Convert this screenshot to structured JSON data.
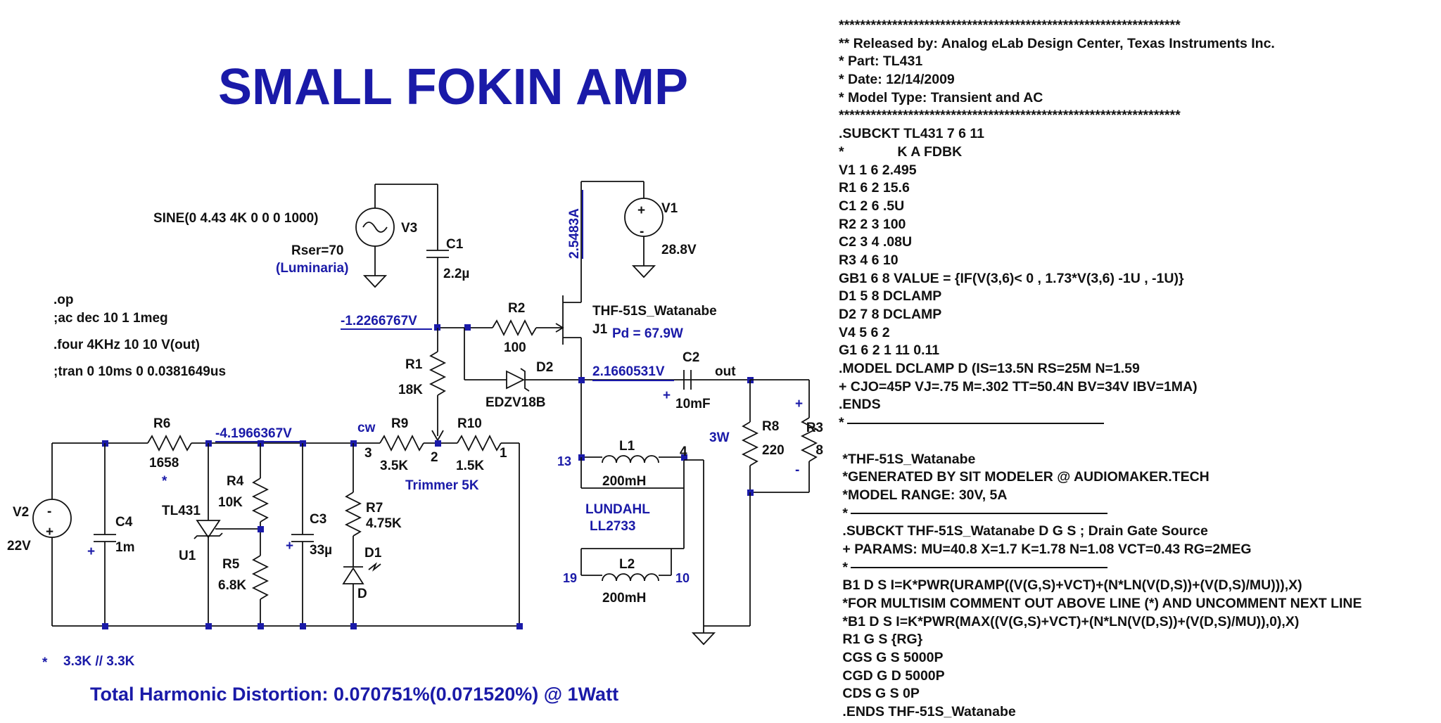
{
  "title": "SMALL FOKIN AMP",
  "sources": {
    "v3_spec": "SINE(0 4.43 4K 0 0 0 1000)",
    "v3_name": "V3",
    "v3_rser": "Rser=70",
    "v3_note": "(Luminaria)",
    "v1_name": "V1",
    "v1_value": "28.8V",
    "v2_name": "V2",
    "v2_value": "22V"
  },
  "directives": [
    ".op",
    ";ac dec 10 1 1meg",
    ".four 4KHz 10 10 V(out)",
    ";tran 0 10ms 0 0.0381649us"
  ],
  "parts": {
    "c1": "C1",
    "c1_val": "2.2µ",
    "r1": "R1",
    "r1_val": "18K",
    "r2": "R2",
    "r2_val": "100",
    "d2": "D2",
    "d2_model": "EDZV18B",
    "j1_model": "THF-51S_Watanabe",
    "j1": "J1",
    "pd": "Pd = 67.9W",
    "c2": "C2",
    "c2_val": "10mF",
    "out": "out",
    "r8": "R8",
    "r8_val": "220",
    "r8_power": "3W",
    "r3": "R3",
    "r3_val": "8",
    "plus": "+",
    "minus": "-",
    "r6": "R6",
    "r6_val": "1658",
    "star": "*",
    "c4": "C4",
    "c4_val": "1m",
    "tl431": "TL431",
    "u1": "U1",
    "r4": "R4",
    "r4_val": "10K",
    "r5": "R5",
    "r5_val": "6.8K",
    "c3": "C3",
    "c3_val": "33µ",
    "r7": "R7",
    "r7_val": "4.75K",
    "d1": "D1",
    "d1_model": "D",
    "r9": "R9",
    "r9_val": "3.5K",
    "r10": "R10",
    "r10_val": "1.5K",
    "cw": "cw",
    "trimmer": "Trimmer 5K",
    "pin3": "3",
    "pin2": "2",
    "pin1": "1",
    "l1": "L1",
    "l1_val": "200mH",
    "l2": "L2",
    "l2_val": "200mH",
    "pin13": "13",
    "pin4": "4",
    "pin19": "19",
    "pin10": "10",
    "xfmr_name": "LUNDAHL",
    "xfmr_model": "LL2733"
  },
  "voltages": {
    "gate": "-1.2266767V",
    "drain_current": "2.5483A",
    "source": "2.1660531V",
    "bias": "-4.1966367V"
  },
  "notes": {
    "star_note": "3.3K // 3.3K",
    "thd": "Total Harmonic Distortion: 0.070751%(0.071520%)  @ 1Watt"
  },
  "netlist": [
    "****************************************************************",
    "** Released by: Analog eLab Design Center, Texas Instruments Inc.",
    "* Part: TL431",
    "* Date: 12/14/2009",
    "* Model Type: Transient and AC",
    "****************************************************************",
    ".SUBCKT TL431 7 6 11",
    "*              K A FDBK",
    "V1 1 6 2.495",
    "R1 6 2 15.6",
    "C1 2 6 .5U",
    "R2 2 3 100",
    "C2 3 4 .08U",
    "R3 4 6 10",
    "GB1 6 8 VALUE = {IF(V(3,6)< 0 , 1.73*V(3,6) -1U , -1U)}",
    "D1 5 8 DCLAMP",
    "D2 7 8 DCLAMP",
    "V4 5 6 2",
    "G1 6 2 1 11 0.11",
    ".MODEL DCLAMP D (IS=13.5N RS=25M N=1.59",
    "+ CJO=45P VJ=.75 M=.302 TT=50.4N BV=34V IBV=1MA)",
    ".ENDS",
    "*",
    "",
    " *THF-51S_Watanabe",
    " *GENERATED BY SIT MODELER @ AUDIOMAKER.TECH",
    " *MODEL RANGE: 30V, 5A",
    " *",
    " .SUBCKT THF-51S_Watanabe D G S ; Drain Gate Source",
    " + PARAMS: MU=40.8 X=1.7 K=1.78 N=1.08 VCT=0.43 RG=2MEG",
    " *",
    " B1 D S I=K*PWR(URAMP((V(G,S)+VCT)+(N*LN(V(D,S))+(V(D,S)/MU))),X)",
    " *FOR MULTISIM COMMENT OUT ABOVE LINE (*) AND UNCOMMENT NEXT LINE",
    " *B1 D S I=K*PWR(MAX((V(G,S)+VCT)+(N*LN(V(D,S))+(V(D,S)/MU)),0),X)",
    " R1 G S {RG}",
    " CGS G S 5000P",
    " CGD G D 5000P",
    " CDS G S 0P",
    " .ENDS THF-51S_Watanabe",
    " *"
  ]
}
